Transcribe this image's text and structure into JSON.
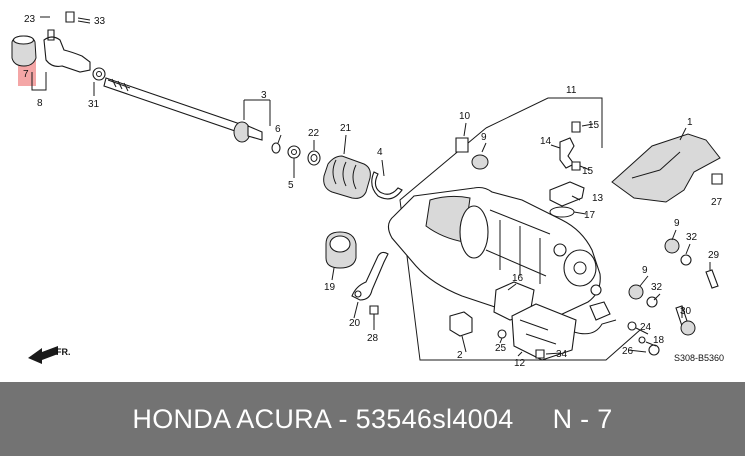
{
  "colors": {
    "background": "#ffffff",
    "footer_background": "#737373",
    "footer_text": "#ffffff",
    "highlight": "#f4a6a6"
  },
  "diagram": {
    "callouts": [
      "1",
      "2",
      "3",
      "4",
      "5",
      "6",
      "7",
      "8",
      "9",
      "9",
      "9",
      "10",
      "11",
      "12",
      "13",
      "14",
      "15",
      "15",
      "16",
      "17",
      "18",
      "19",
      "20",
      "21",
      "22",
      "23",
      "24",
      "25",
      "26",
      "27",
      "28",
      "29",
      "30",
      "31",
      "32",
      "32",
      "33",
      "34"
    ],
    "highlighted_callout": "7",
    "direction_label": "FR.",
    "drawing_code": "S308-B5360"
  },
  "footer": {
    "text": "HONDA ACURA - 53546sl4004     N - 7"
  }
}
